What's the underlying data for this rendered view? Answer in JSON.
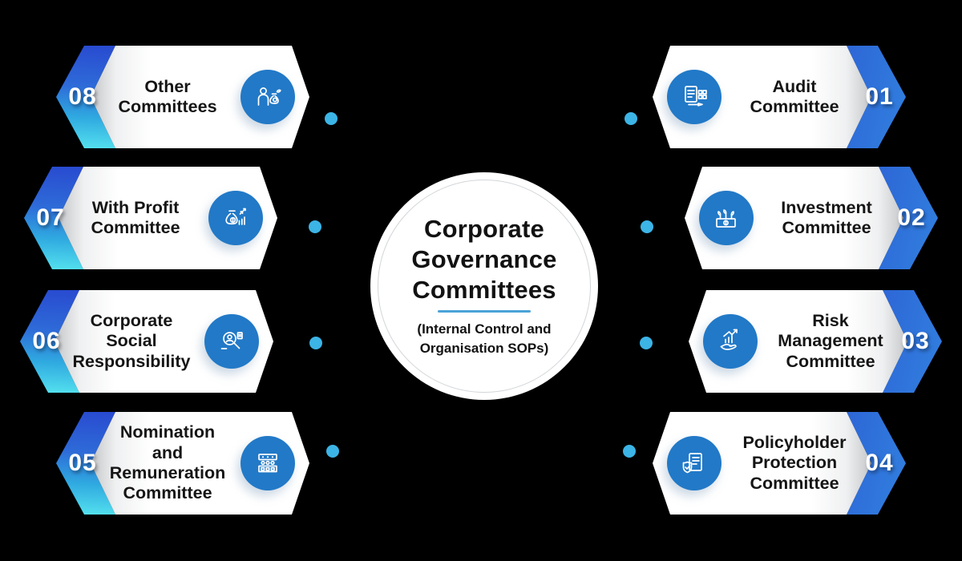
{
  "canvas": {
    "background": "#000000"
  },
  "center": {
    "title": "Corporate\nGovernance\nCommittees",
    "subtitle": "(Internal Control and\nOrganisation SOPs)"
  },
  "left_items": [
    {
      "number": "08",
      "label": "Other\nCommittees",
      "icon": "person-money-bag-icon"
    },
    {
      "number": "07",
      "label": "With Profit\nCommittee",
      "icon": "money-bag-growth-chart-icon"
    },
    {
      "number": "06",
      "label": "Corporate\nSocial\nResponsibility",
      "icon": "magnifier-person-icon"
    },
    {
      "number": "05",
      "label": "Nomination\nand\nRemuneration\nCommittee",
      "icon": "committee-panel-icon"
    }
  ],
  "right_items": [
    {
      "number": "01",
      "label": "Audit\nCommittee",
      "icon": "audit-checklist-pen-icon"
    },
    {
      "number": "02",
      "label": "Investment\nCommittee",
      "icon": "money-sprout-icon"
    },
    {
      "number": "03",
      "label": "Risk\nManagement\nCommittee",
      "icon": "hand-holding-chart-icon"
    },
    {
      "number": "04",
      "label": "Policyholder\nProtection\nCommittee",
      "icon": "shield-check-document-icon"
    }
  ],
  "colors": {
    "chevron_gradient_top": "#2742ce",
    "chevron_gradient_mid": "#2e6bd8",
    "chevron_gradient_bottom": "#55e3ef",
    "icon_circle": "#2279c7",
    "connector_dot": "#3cb4e6",
    "title_underline": "#4aa3d8",
    "card_background": "#ffffff",
    "text": "#151515"
  }
}
